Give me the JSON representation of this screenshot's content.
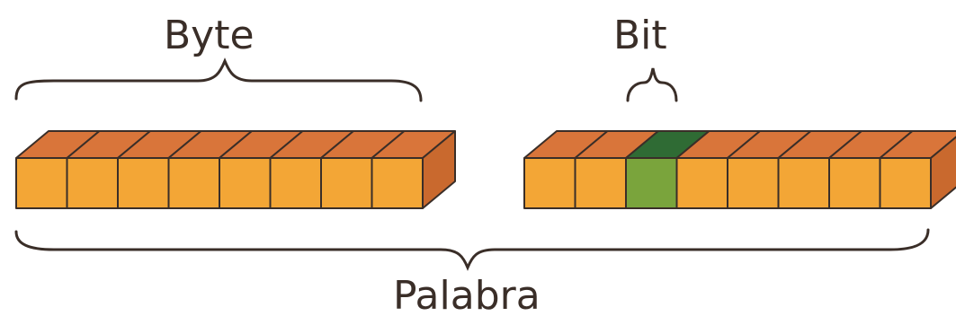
{
  "labels": {
    "byte": "Byte",
    "bit": "Bit",
    "word": "Palabra"
  },
  "colors": {
    "cell_front": "#f3a636",
    "cell_top": "#d9753a",
    "cell_right": "#c9692e",
    "bit_front": "#7aa43c",
    "bit_top": "#2f6b34",
    "outline": "#3a2e28",
    "brace": "#3a2e28"
  },
  "word": {
    "left_cells": 8,
    "right_cells": 8,
    "highlighted_bit_index_in_right_group": 2
  }
}
